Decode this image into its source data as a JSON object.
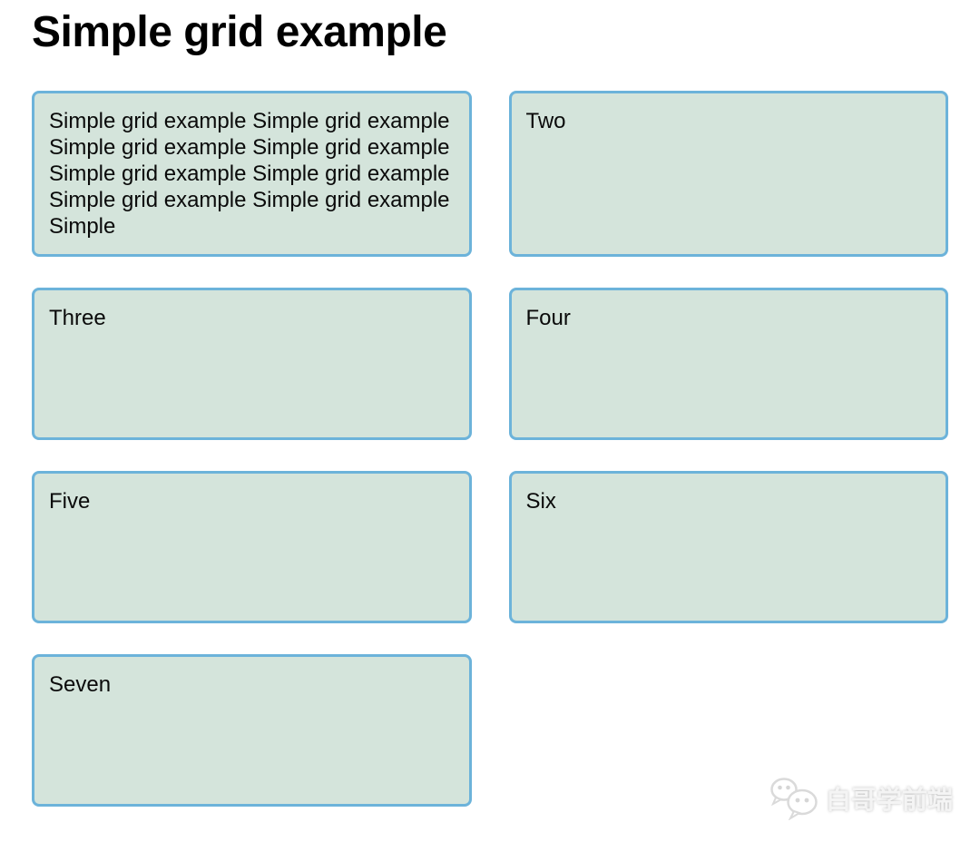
{
  "page": {
    "title": "Simple grid example"
  },
  "grid": {
    "items": [
      {
        "id": "one",
        "label": "Simple grid example Simple grid example Simple grid example Simple grid example Simple grid example Simple grid example Simple grid example Simple grid example Simple"
      },
      {
        "id": "two",
        "label": "Two"
      },
      {
        "id": "three",
        "label": "Three"
      },
      {
        "id": "four",
        "label": "Four"
      },
      {
        "id": "five",
        "label": "Five"
      },
      {
        "id": "six",
        "label": "Six"
      },
      {
        "id": "seven",
        "label": "Seven"
      }
    ]
  },
  "watermark": {
    "text": "白哥学前端",
    "icon": "wechat-icon"
  },
  "colors": {
    "page_bg": "#ffffff",
    "box_bg": "#d4e4db",
    "box_border": "#6cb3da",
    "title_color": "#000000",
    "watermark_color": "#f4f4f4"
  }
}
